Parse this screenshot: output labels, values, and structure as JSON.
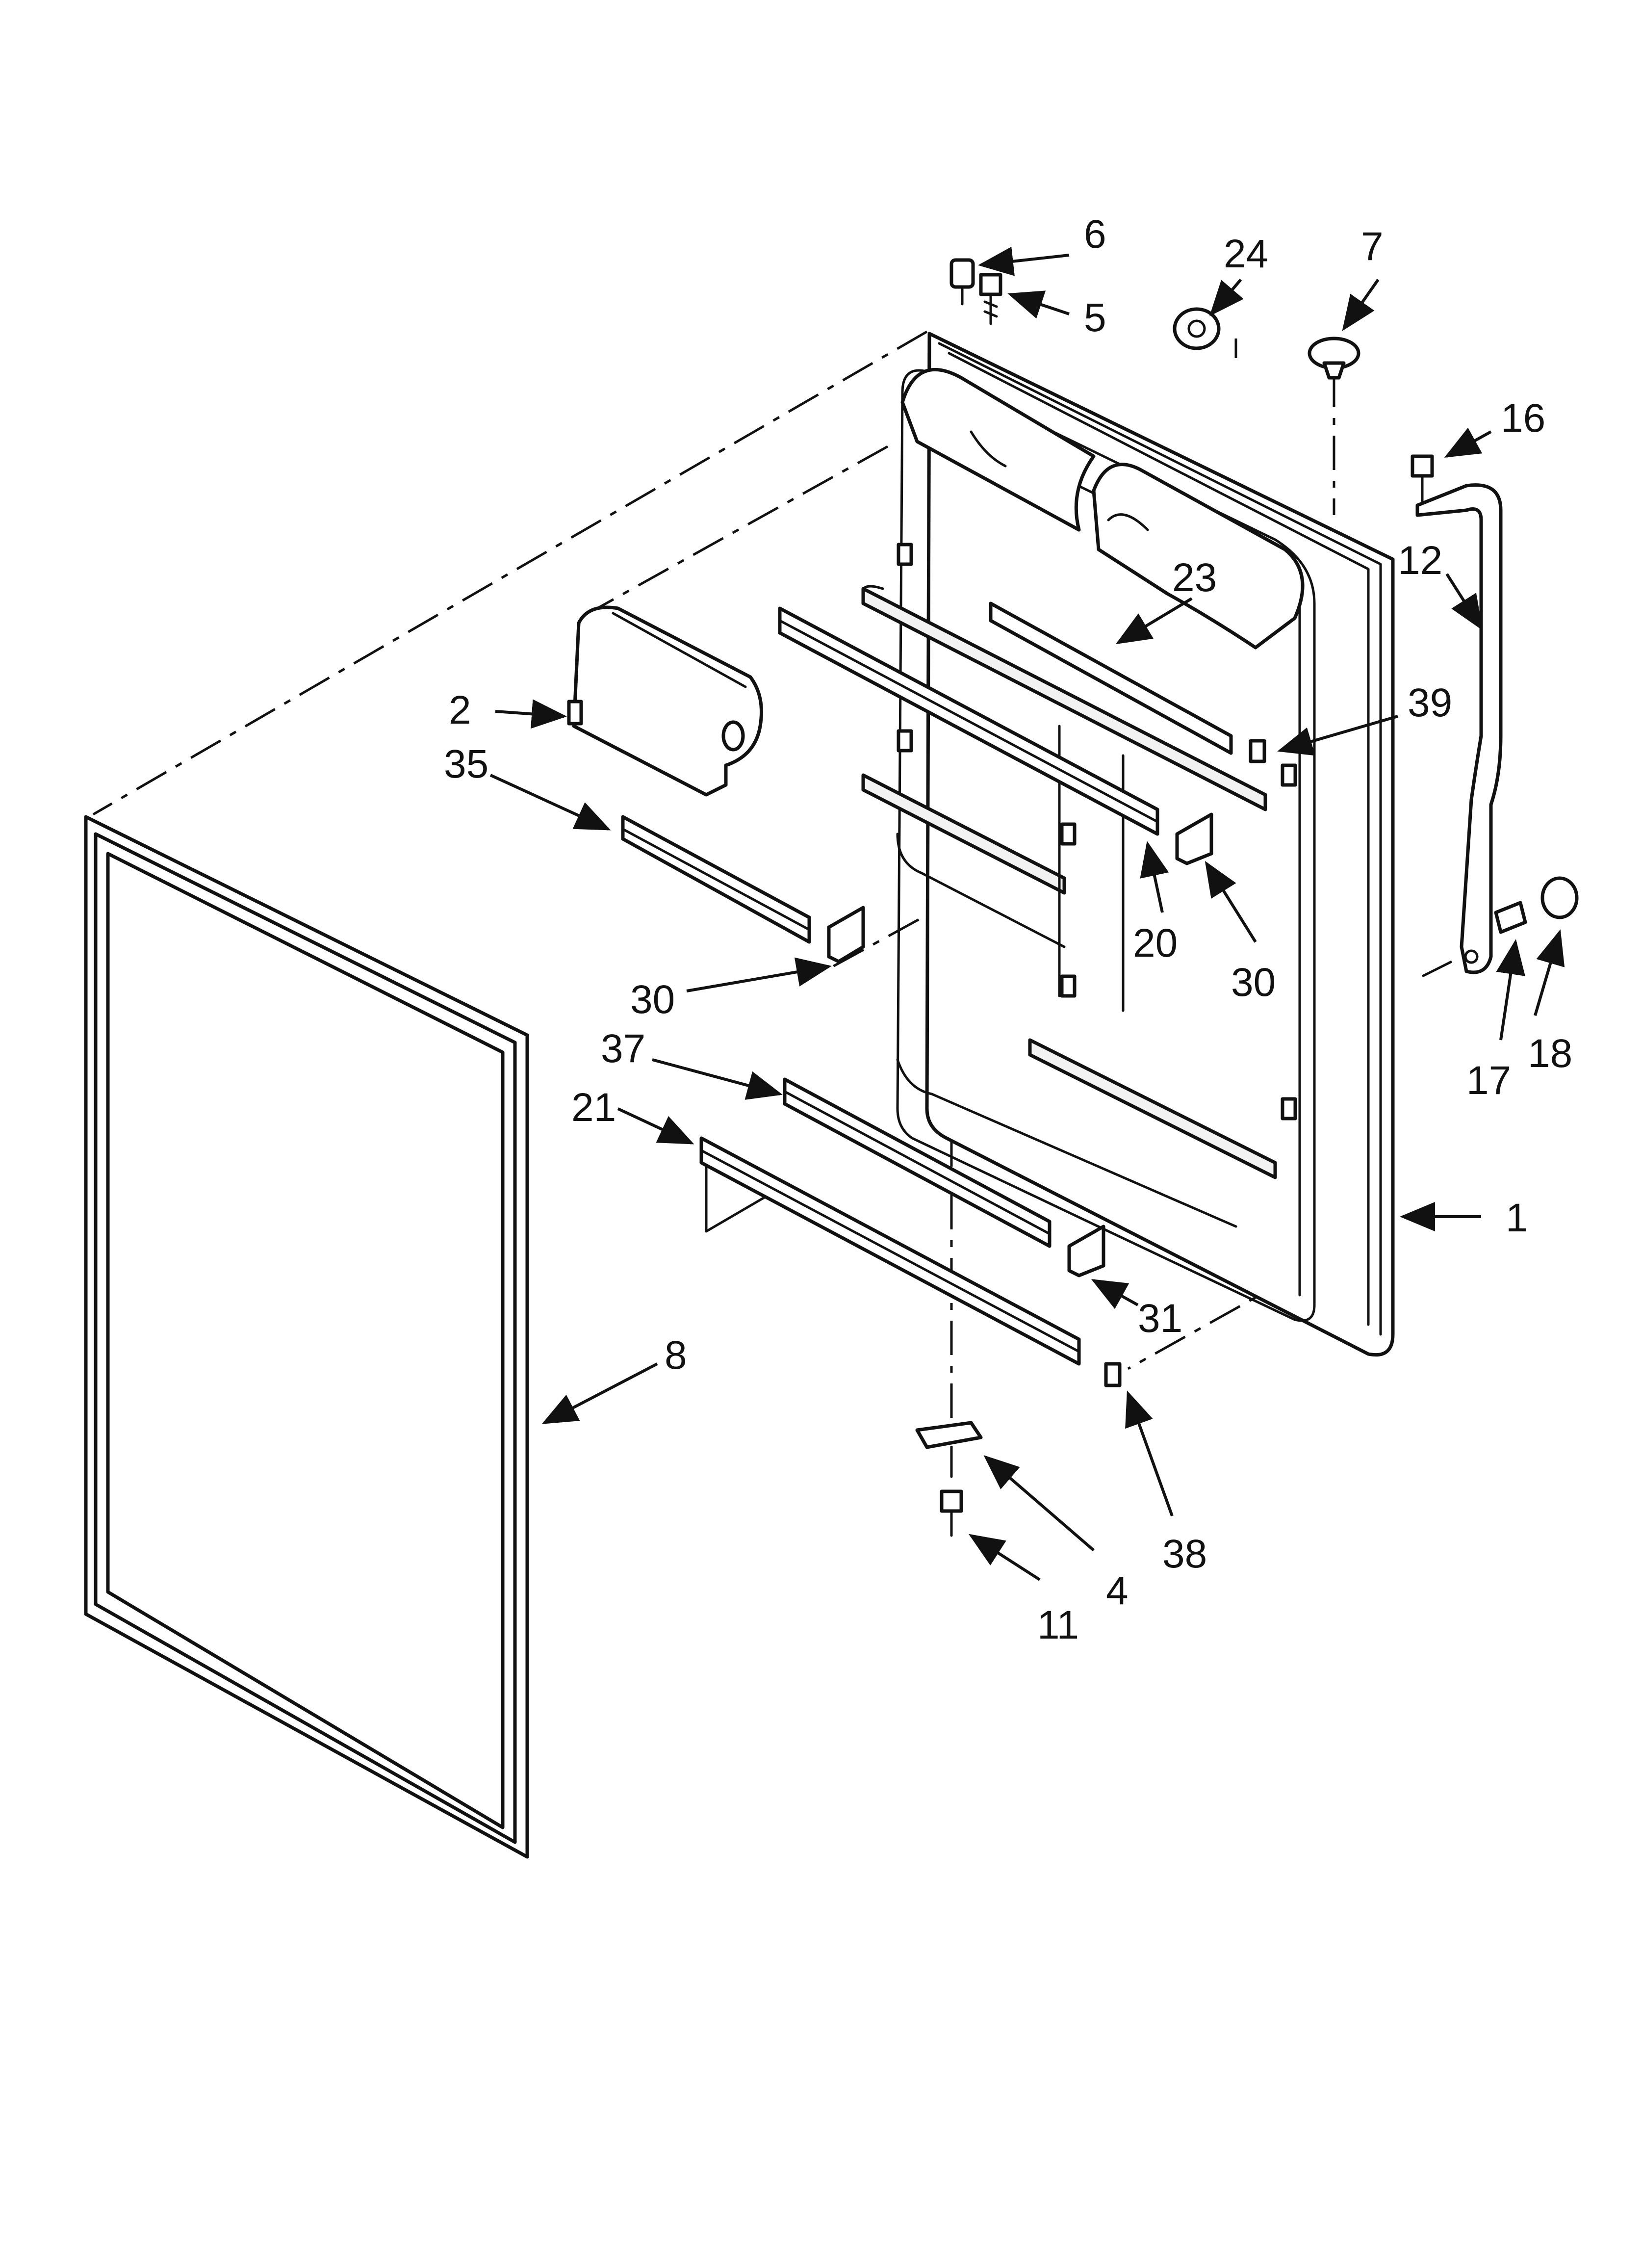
{
  "diagram": {
    "colors": {
      "line": "#111111",
      "background": "#ffffff"
    },
    "callouts": [
      {
        "id": "c6",
        "label": "6"
      },
      {
        "id": "c5",
        "label": "5"
      },
      {
        "id": "c24",
        "label": "24"
      },
      {
        "id": "c7",
        "label": "7"
      },
      {
        "id": "c16",
        "label": "16"
      },
      {
        "id": "c12",
        "label": "12"
      },
      {
        "id": "c23",
        "label": "23"
      },
      {
        "id": "c39",
        "label": "39"
      },
      {
        "id": "c2",
        "label": "2"
      },
      {
        "id": "c35",
        "label": "35"
      },
      {
        "id": "c20",
        "label": "20"
      },
      {
        "id": "c30b",
        "label": "30"
      },
      {
        "id": "c30a",
        "label": "30"
      },
      {
        "id": "c17",
        "label": "17"
      },
      {
        "id": "c18",
        "label": "18"
      },
      {
        "id": "c37",
        "label": "37"
      },
      {
        "id": "c21",
        "label": "21"
      },
      {
        "id": "c1",
        "label": "1"
      },
      {
        "id": "c31",
        "label": "31"
      },
      {
        "id": "c8",
        "label": "8"
      },
      {
        "id": "c38",
        "label": "38"
      },
      {
        "id": "c4",
        "label": "4"
      },
      {
        "id": "c11",
        "label": "11"
      }
    ]
  }
}
